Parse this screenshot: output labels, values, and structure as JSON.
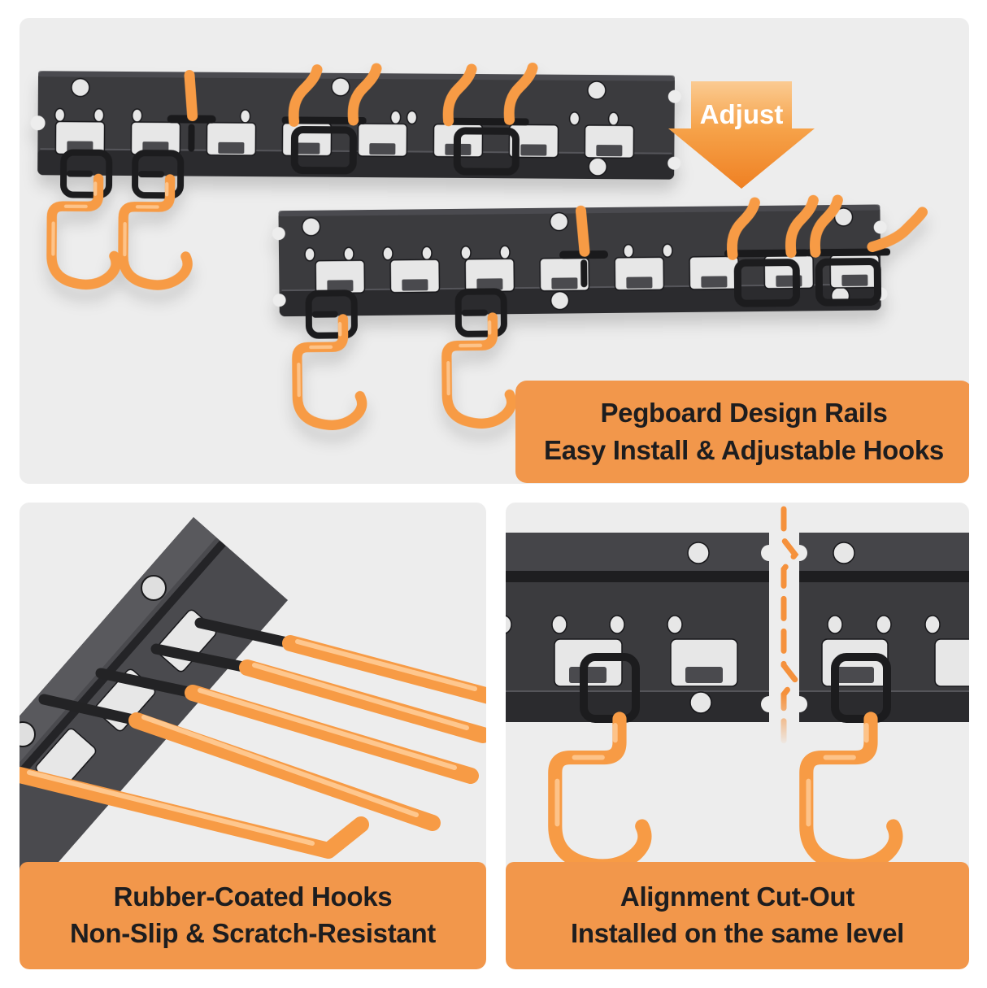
{
  "colors": {
    "panel_background": "#EDEDED",
    "banner_orange": "#F2974B",
    "accent_orange": "#F5913C",
    "hook_orange": "#F79B45",
    "rail_dark": "#3B3B3E",
    "text_dark": "#1D1D1F",
    "arrow_text": "#FFFFFF"
  },
  "top_section": {
    "arrow_label": "Adjust",
    "caption": {
      "line1": "Pegboard Design Rails",
      "line2": "Easy Install & Adjustable Hooks"
    }
  },
  "bottom_left_section": {
    "caption": {
      "line1": "Rubber-Coated Hooks",
      "line2": "Non-Slip & Scratch-Resistant"
    }
  },
  "bottom_right_section": {
    "caption": {
      "line1": "Alignment Cut-Out",
      "line2": "Installed on the same level"
    }
  }
}
